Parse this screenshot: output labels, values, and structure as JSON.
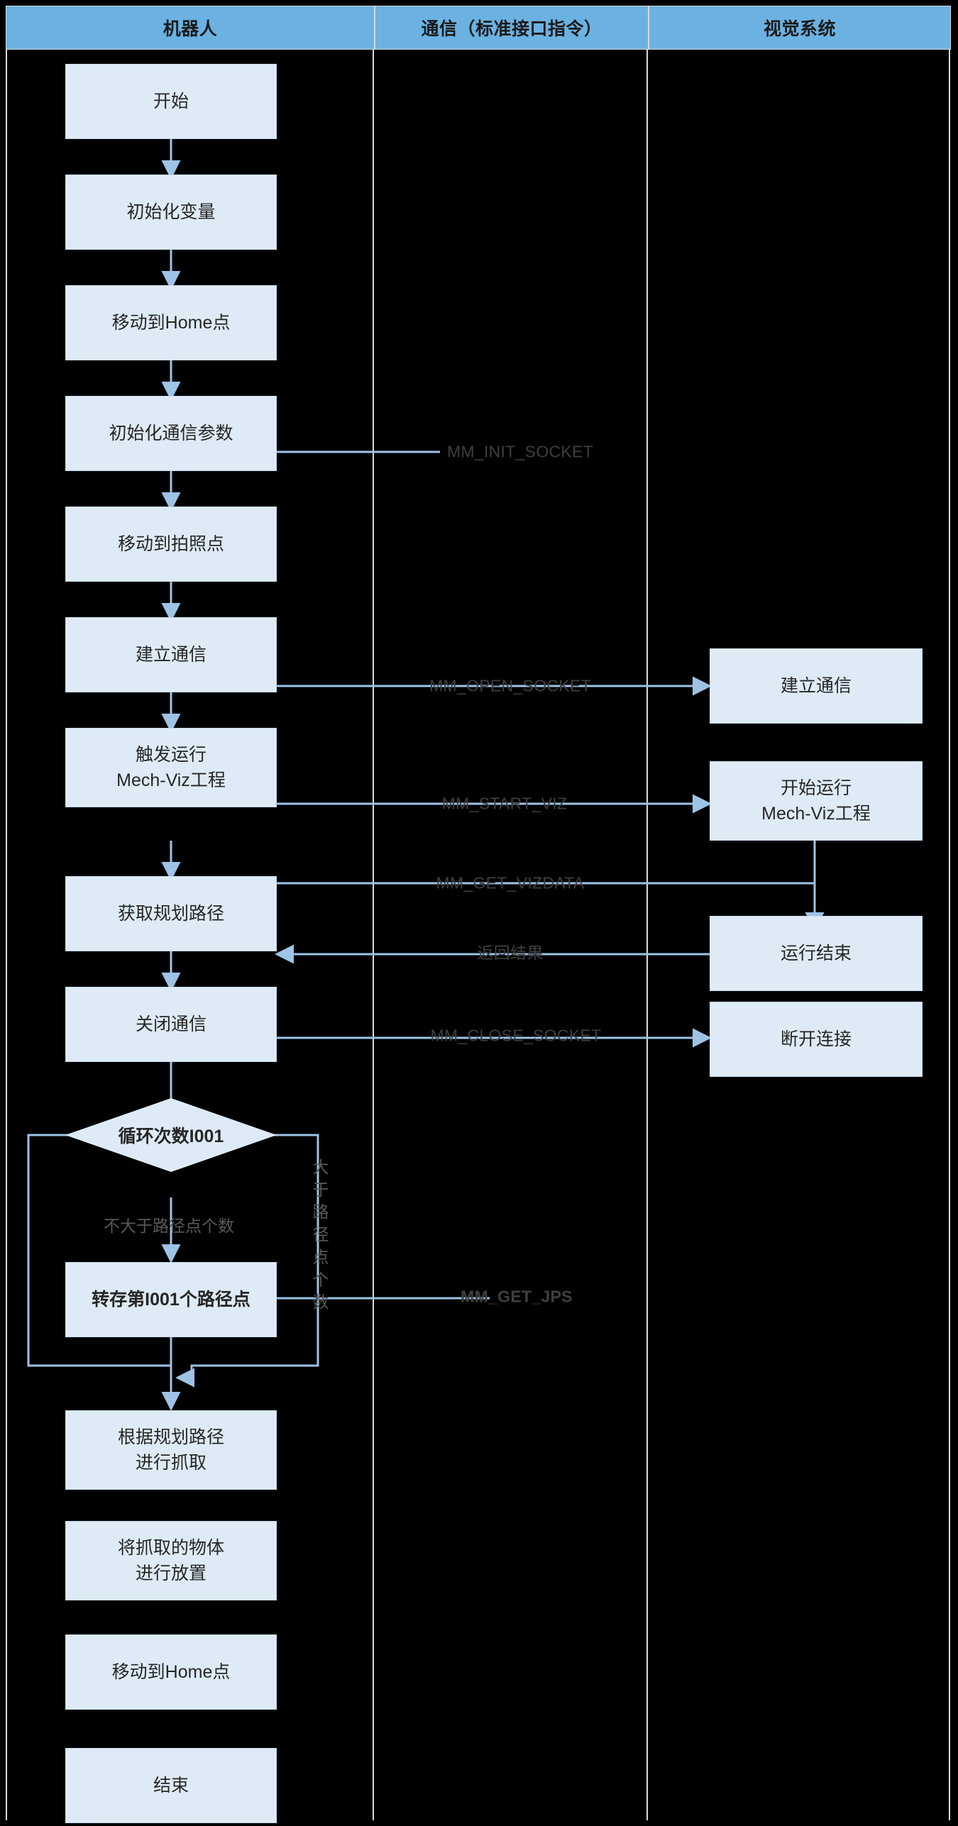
{
  "diagram": {
    "title": "Robot / Communication / Vision System flowchart",
    "colors": {
      "lane_header_bg": "#6BB2E2",
      "node_fill": "#DEEBF7",
      "node_stroke": "#C6D9EC",
      "wire": "#9DC3E6",
      "canvas": "#000000",
      "text": "#262626"
    },
    "lanes": [
      {
        "id": "robot",
        "label": "机器人"
      },
      {
        "id": "comm",
        "label": "通信（标准接口指令）"
      },
      {
        "id": "vision",
        "label": "视觉系统"
      }
    ],
    "robot_nodes": [
      {
        "id": "start",
        "lines": [
          "开始"
        ]
      },
      {
        "id": "init-var",
        "lines": [
          "初始化变量"
        ]
      },
      {
        "id": "home-1",
        "lines": [
          "移动到Home点"
        ]
      },
      {
        "id": "init-comm",
        "lines": [
          "初始化通信参数"
        ]
      },
      {
        "id": "photo-pos",
        "lines": [
          "移动到拍照点"
        ]
      },
      {
        "id": "open-comm",
        "lines": [
          "建立通信"
        ]
      },
      {
        "id": "start-viz",
        "lines": [
          "触发运行",
          "Mech-Viz工程"
        ]
      },
      {
        "id": "get-path",
        "lines": [
          "获取规划路径"
        ]
      },
      {
        "id": "close-comm",
        "lines": [
          "关闭通信"
        ]
      },
      {
        "id": "store-pt",
        "lines": [
          "转存第I001个路径点"
        ],
        "bold": true
      },
      {
        "id": "pick",
        "lines": [
          "根据规划路径",
          "进行抓取"
        ]
      },
      {
        "id": "place",
        "lines": [
          "将抓取的物体",
          "进行放置"
        ]
      },
      {
        "id": "home-2",
        "lines": [
          "移动到Home点"
        ]
      },
      {
        "id": "end",
        "lines": [
          "结束"
        ]
      }
    ],
    "decision": {
      "id": "loop-check",
      "label": "循环次数I001",
      "branch_false": "不大于路径点个数",
      "branch_true": "大于路径点个数"
    },
    "vision_nodes": [
      {
        "id": "v-open-comm",
        "lines": [
          "建立通信"
        ]
      },
      {
        "id": "v-start-viz",
        "lines": [
          "开始运行",
          "Mech-Viz工程"
        ]
      },
      {
        "id": "v-run-done",
        "lines": [
          "运行结束"
        ]
      },
      {
        "id": "v-close",
        "lines": [
          "断开连接"
        ]
      }
    ],
    "messages": [
      {
        "id": "m-init-socket",
        "label": "MM_INIT_SOCKET",
        "bold": false
      },
      {
        "id": "m-open-socket",
        "label": "MM_OPEN_SOCKET",
        "bold": false
      },
      {
        "id": "m-start-viz",
        "label": "MM_START_VIZ",
        "bold": false
      },
      {
        "id": "m-get-vizdata",
        "label": "MM_GET_VIZDATA",
        "bold": false
      },
      {
        "id": "m-return",
        "label": "返回结果",
        "bold": false
      },
      {
        "id": "m-close-socket",
        "label": "MM_CLOSE_SOCKET",
        "bold": false
      },
      {
        "id": "m-get-jps",
        "label": "MM_GET_JPS",
        "bold": true
      }
    ]
  }
}
